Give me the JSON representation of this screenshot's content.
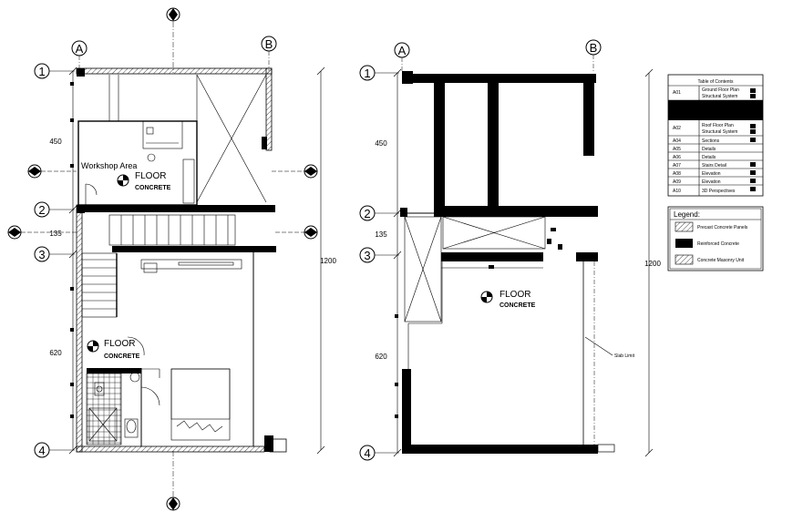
{
  "grid": {
    "left_plan": {
      "col_a": "A",
      "col_b": "B",
      "rows": [
        "1",
        "2",
        "3",
        "4"
      ]
    },
    "right_plan": {
      "col_a": "A",
      "col_b": "B",
      "rows": [
        "1",
        "2",
        "3",
        "4"
      ]
    }
  },
  "dimensions": {
    "left": {
      "d450": "450",
      "d135": "135",
      "d620": "620",
      "d1200": "1200"
    },
    "right": {
      "d450": "450",
      "d135": "135",
      "d620": "620",
      "d1200": "1200"
    }
  },
  "labels": {
    "workshop_area": "Workshop Area",
    "floor": "FLOOR",
    "concrete": "CONCRETE",
    "slab_limit": "Slab Limit"
  },
  "table_of_contents": {
    "title": "Table of Contents",
    "rows": [
      {
        "code": "A01",
        "text": "Ground Floor Plan\nStructural System"
      },
      {
        "code": "",
        "text": ""
      },
      {
        "code": "A02",
        "text": "Roof Floor Plan\nStructural System"
      },
      {
        "code": "A04",
        "text": "Sections"
      },
      {
        "code": "A05",
        "text": "Details"
      },
      {
        "code": "A06",
        "text": "Details"
      },
      {
        "code": "A07",
        "text": "Stairs Detail"
      },
      {
        "code": "A08",
        "text": "Elevation"
      },
      {
        "code": "A09",
        "text": "Elevation"
      },
      {
        "code": "A10",
        "text": "3D Perspectives"
      }
    ]
  },
  "legend": {
    "title": "Legend:",
    "items": [
      {
        "text": "Precast Concrete Panels"
      },
      {
        "text": "Reinforced Concrete"
      },
      {
        "text": "Concrete Masonry Unit"
      }
    ]
  }
}
